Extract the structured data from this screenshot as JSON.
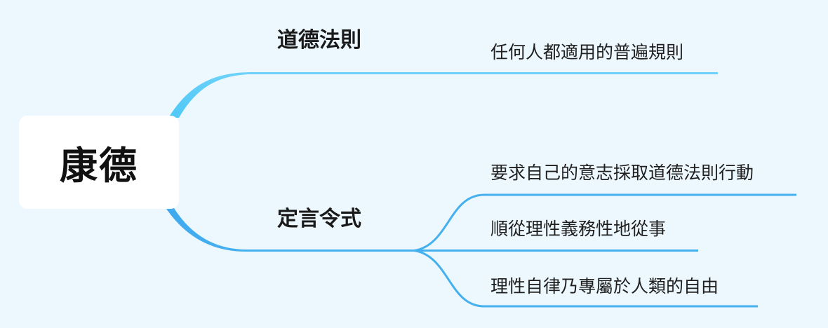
{
  "root": {
    "label": "康德"
  },
  "branches": [
    {
      "label": "道德法則",
      "children": [
        {
          "label": "任何人都適用的普遍規則"
        }
      ]
    },
    {
      "label": "定言令式",
      "children": [
        {
          "label": "要求自己的意志採取道德法則行動"
        },
        {
          "label": "順從理性義務性地從事"
        },
        {
          "label": "理性自律乃專屬於人類的自由"
        }
      ]
    }
  ],
  "colors": {
    "background": "#edf8fe",
    "node_fill": "#ffffff",
    "edge_primary": "#45b0ee",
    "edge_light": "#6fd0fa",
    "text_dark": "#1a1a1a"
  }
}
